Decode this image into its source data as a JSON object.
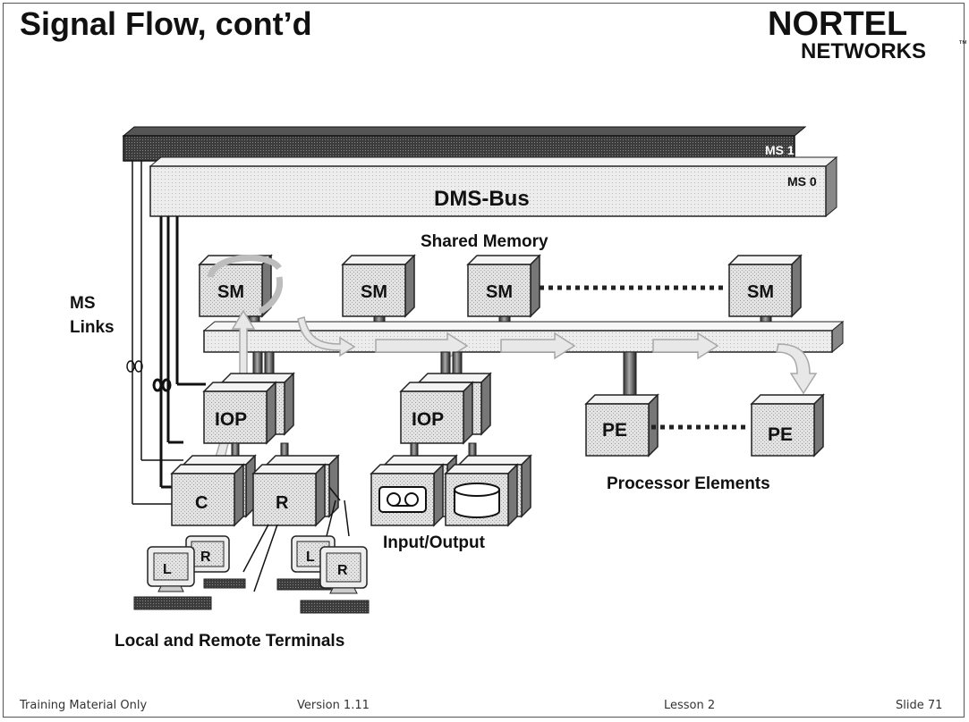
{
  "slide": {
    "title": "Signal Flow, cont’d",
    "logo_top": "NORTEL",
    "logo_bottom": "NETWORKS",
    "logo_tm": "™"
  },
  "diagram": {
    "bus_ms1": "MS 1",
    "bus_ms0": "MS 0",
    "bus_label": "DMS-Bus",
    "shared_memory_label": "Shared Memory",
    "ms_links_line1": "MS",
    "ms_links_line2": "Links",
    "sm_labels": [
      "SM",
      "SM",
      "SM",
      "SM"
    ],
    "iop_labels": [
      "IOP",
      "IOP"
    ],
    "pe_labels": [
      "PE",
      "PE"
    ],
    "c_label": "C",
    "r_label": "R",
    "terminal_labels": [
      "L",
      "R",
      "L",
      "R"
    ],
    "input_output_label": "Input/Output",
    "processor_elements_label": "Processor Elements",
    "terminals_label": "Local and Remote Terminals"
  },
  "footer": {
    "left": "Training Material Only",
    "version": "Version 1.11",
    "lesson": "Lesson 2",
    "slide": "Slide  71"
  }
}
